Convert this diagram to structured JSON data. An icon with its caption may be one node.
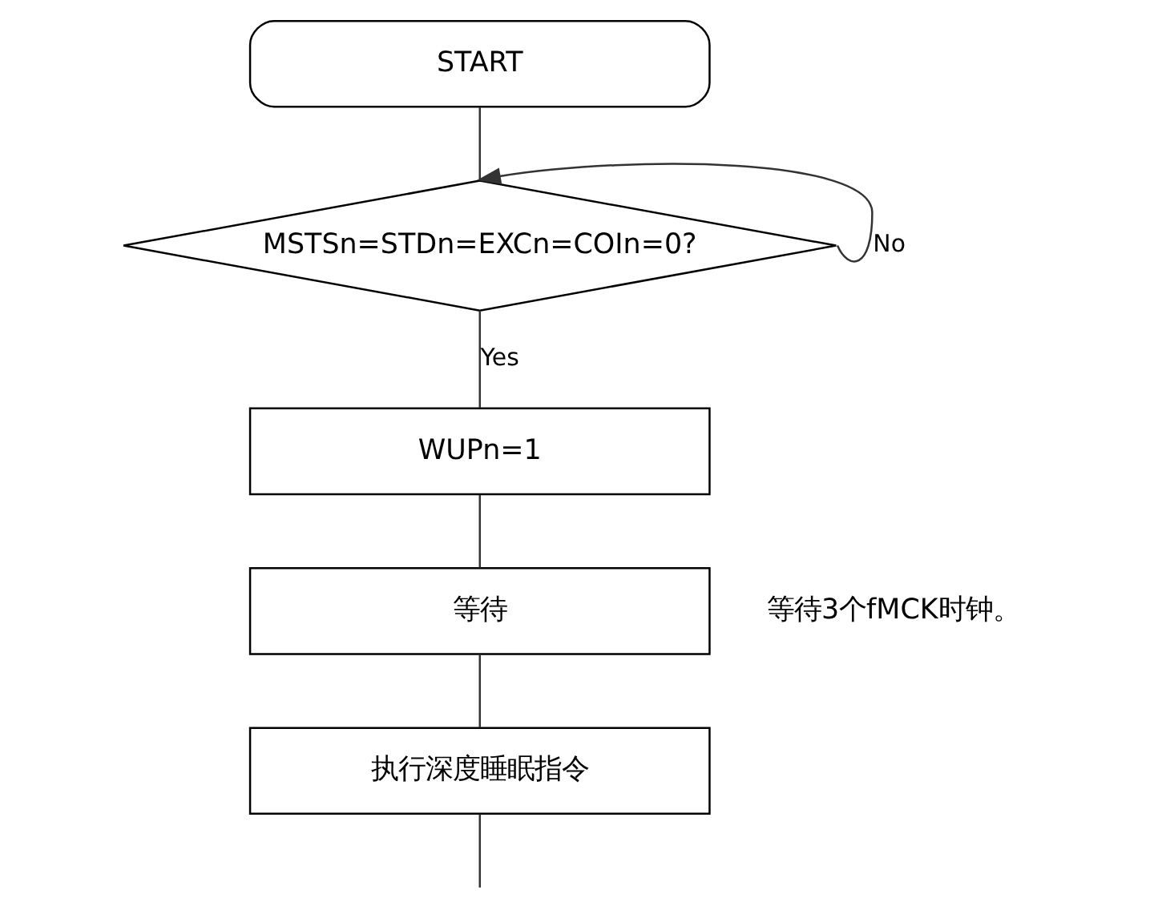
{
  "diagram": {
    "nodes": [
      {
        "text": [
          "START"
        ]
      },
      {
        "text": [
          "MSTSn=STDn=EXCn=COIn=0?"
        ]
      },
      {
        "text": [
          "WUPn=1"
        ]
      },
      {
        "text": [
          "等待"
        ],
        "beside": [
          "等待3个fMCK时钟。"
        ]
      },
      {
        "text": [
          "执行深度睡眠指令"
        ]
      }
    ],
    "edges": [
      {
        "from": 0,
        "to": 1,
        "arrow": "none"
      },
      {
        "from": 1,
        "to": 1,
        "arrow": "to",
        "label": "No"
      },
      {
        "from": 1,
        "to": 2,
        "arrow": "none",
        "label": "Yes"
      },
      {
        "from": 2,
        "to": 3,
        "arrow": "none"
      },
      {
        "from": 3,
        "to": 4,
        "arrow": "none"
      },
      {
        "from": 4,
        "to": null,
        "arrow": "none"
      }
    ]
  }
}
